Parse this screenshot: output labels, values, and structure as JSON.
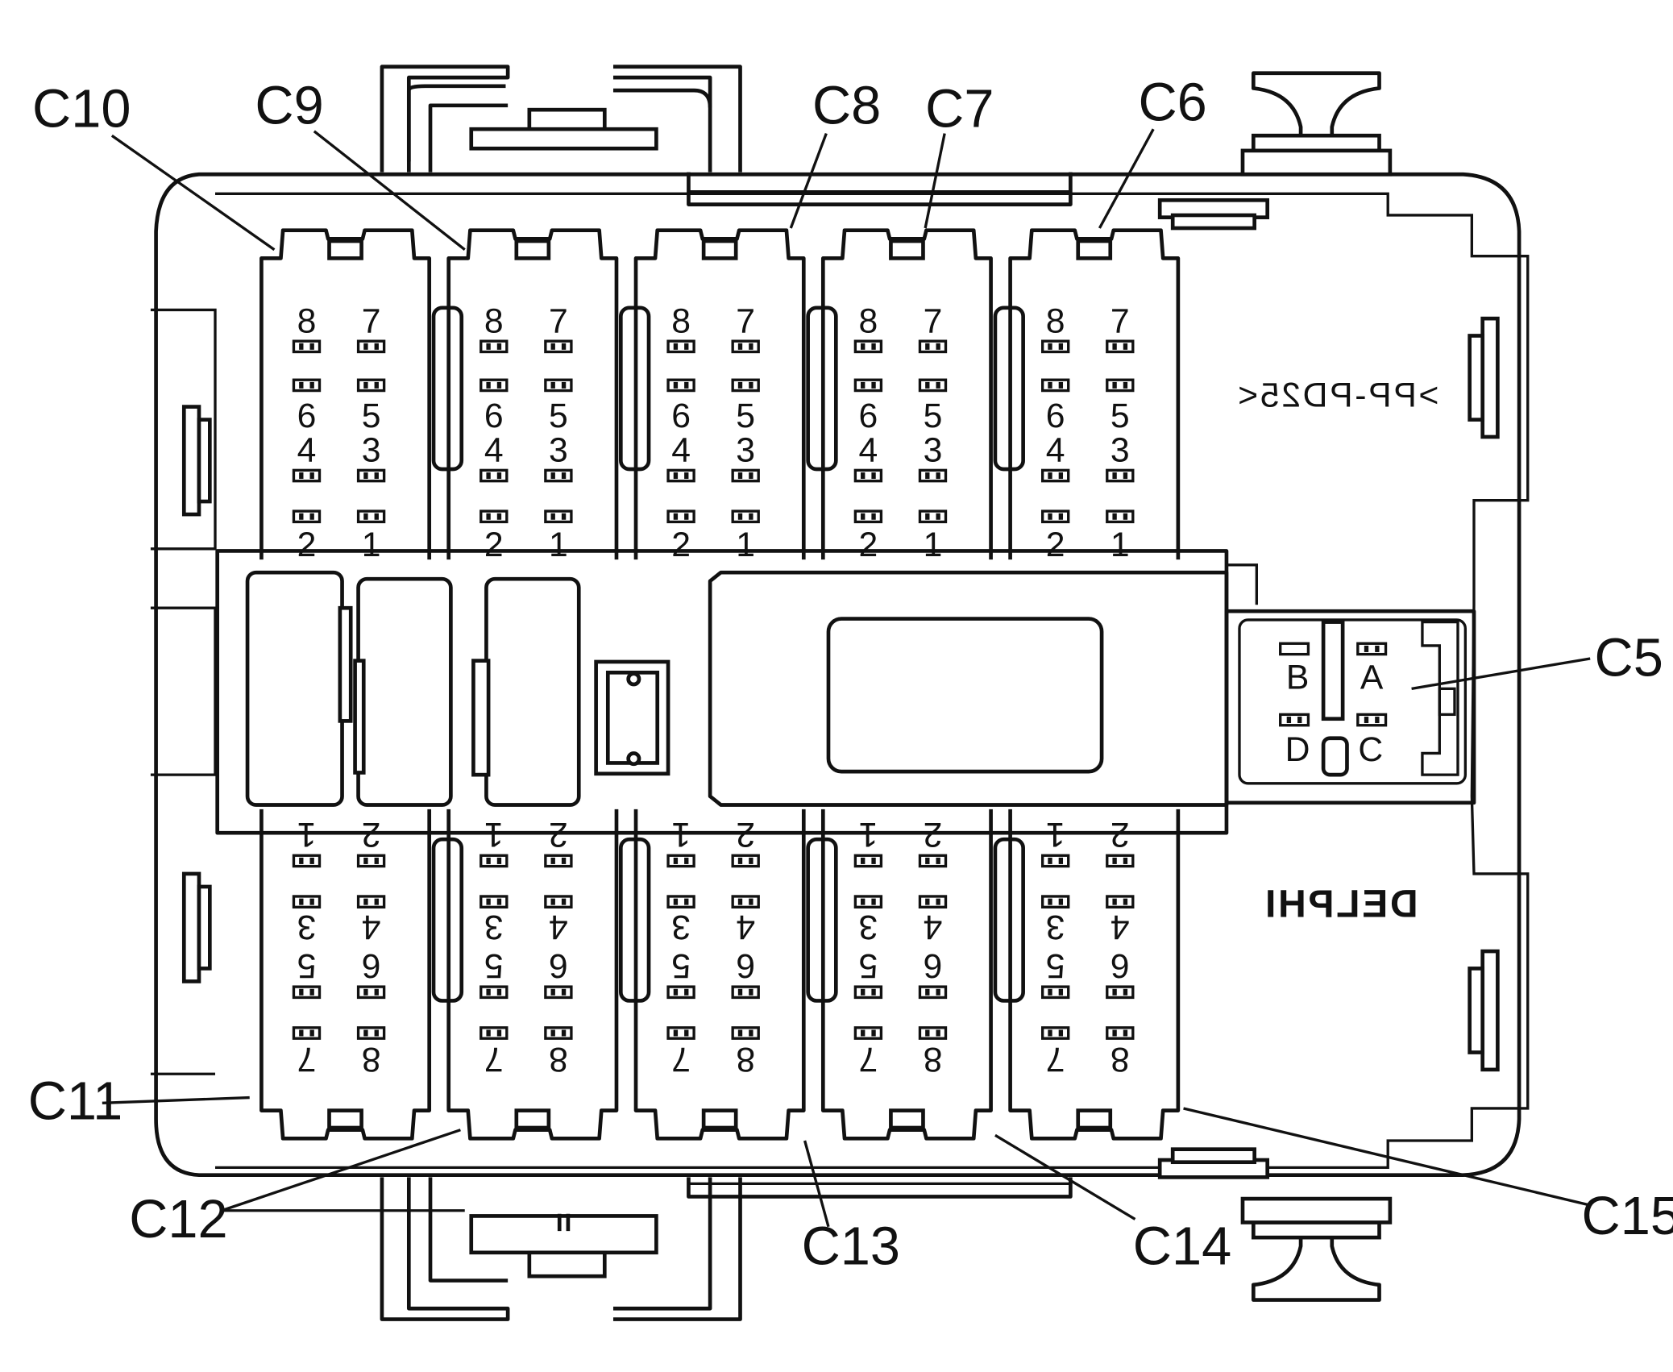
{
  "callouts": [
    "C5",
    "C6",
    "C7",
    "C8",
    "C9",
    "C10",
    "C11",
    "C12",
    "C13",
    "C14",
    "C15"
  ],
  "top_connectors": [
    {
      "id": "C10",
      "pins": [
        [
          "8",
          "7"
        ],
        [
          "6",
          "5"
        ],
        [
          "4",
          "3"
        ],
        [
          "2",
          "1"
        ]
      ]
    },
    {
      "id": "C9",
      "pins": [
        [
          "8",
          "7"
        ],
        [
          "6",
          "5"
        ],
        [
          "4",
          "3"
        ],
        [
          "2",
          "1"
        ]
      ]
    },
    {
      "id": "C8",
      "pins": [
        [
          "8",
          "7"
        ],
        [
          "6",
          "5"
        ],
        [
          "4",
          "3"
        ],
        [
          "2",
          "1"
        ]
      ]
    },
    {
      "id": "C7",
      "pins": [
        [
          "8",
          "7"
        ],
        [
          "6",
          "5"
        ],
        [
          "4",
          "3"
        ],
        [
          "2",
          "1"
        ]
      ]
    },
    {
      "id": "C6",
      "pins": [
        [
          "8",
          "7"
        ],
        [
          "6",
          "5"
        ],
        [
          "4",
          "3"
        ],
        [
          "2",
          "1"
        ]
      ]
    }
  ],
  "bottom_connectors": [
    {
      "id": "C11",
      "pins": [
        [
          "1",
          "2"
        ],
        [
          "3",
          "4"
        ],
        [
          "5",
          "6"
        ],
        [
          "7",
          "8"
        ]
      ]
    },
    {
      "id": "C12",
      "pins": [
        [
          "1",
          "2"
        ],
        [
          "3",
          "4"
        ],
        [
          "5",
          "6"
        ],
        [
          "7",
          "8"
        ]
      ]
    },
    {
      "id": "C13",
      "pins": [
        [
          "1",
          "2"
        ],
        [
          "3",
          "4"
        ],
        [
          "5",
          "6"
        ],
        [
          "7",
          "8"
        ]
      ]
    },
    {
      "id": "C14",
      "pins": [
        [
          "1",
          "2"
        ],
        [
          "3",
          "4"
        ],
        [
          "5",
          "6"
        ],
        [
          "7",
          "8"
        ]
      ]
    },
    {
      "id": "C15",
      "pins": [
        [
          "1",
          "2"
        ],
        [
          "3",
          "4"
        ],
        [
          "5",
          "6"
        ],
        [
          "7",
          "8"
        ]
      ]
    }
  ],
  "c5_pins": [
    "A",
    "B",
    "C",
    "D"
  ],
  "part_marking": ">PP-PD25<",
  "brand": "DELPHI"
}
